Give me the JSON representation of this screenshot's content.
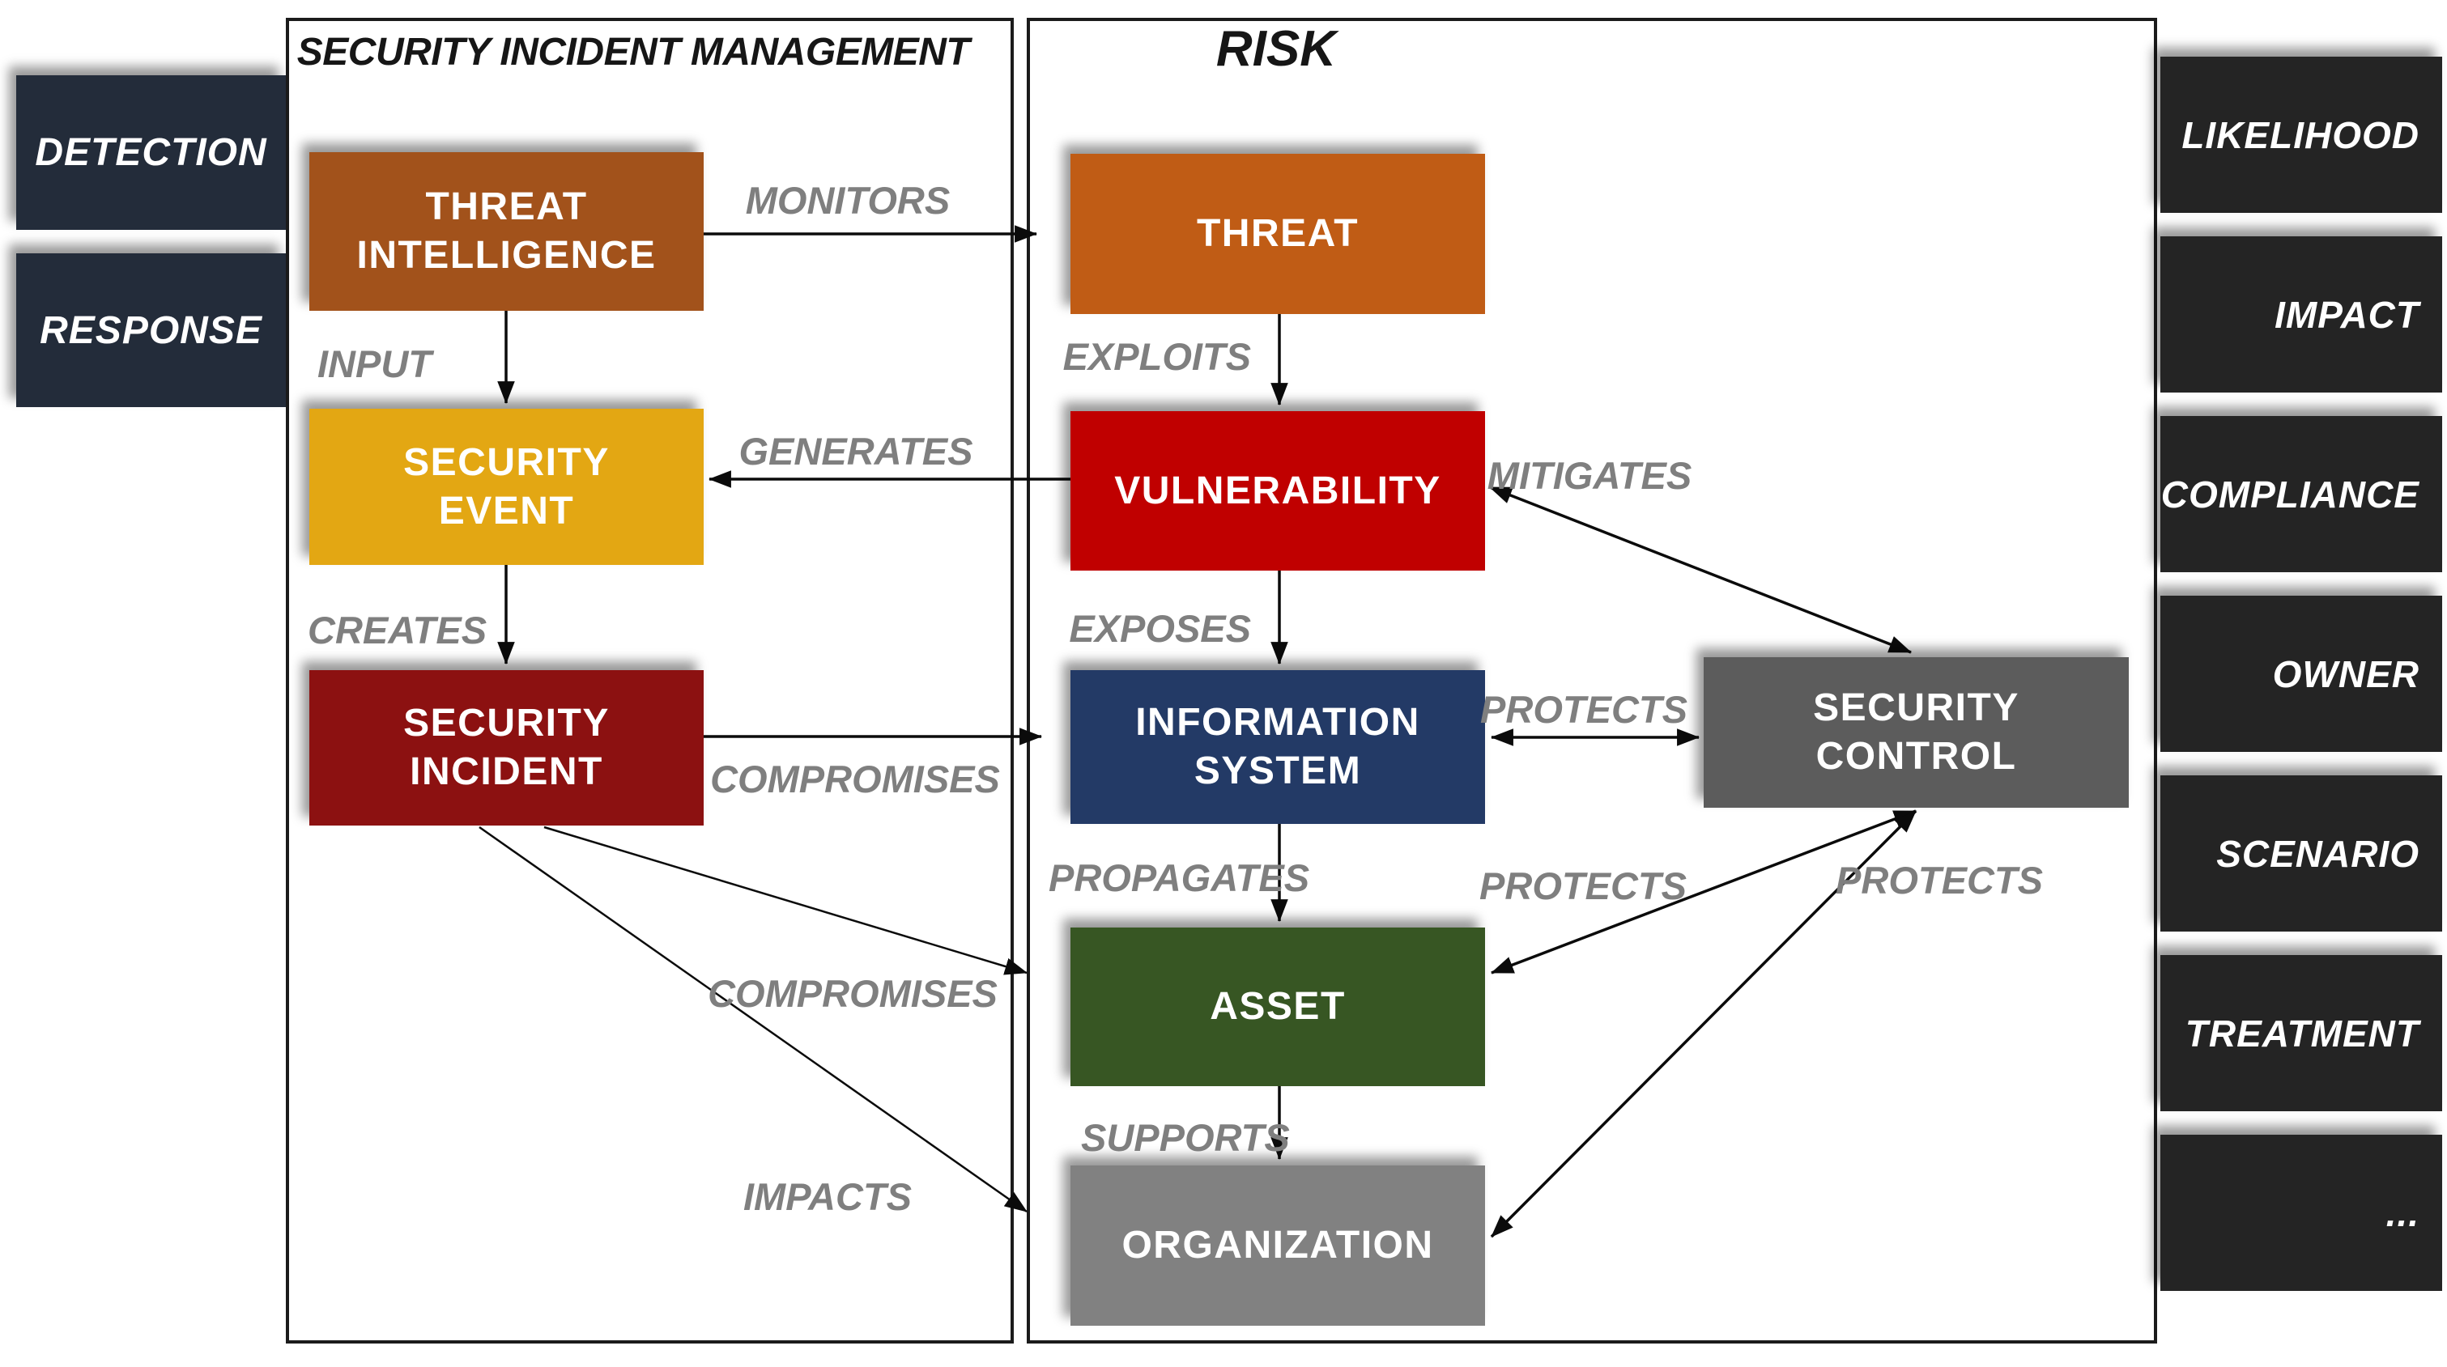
{
  "canvas": {
    "background": "#ffffff",
    "frame_border_color": "#1b1b1b"
  },
  "left_panel": {
    "items": [
      {
        "id": "detection",
        "label": "DETECTION",
        "color": "#232C3A"
      },
      {
        "id": "response",
        "label": "RESPONSE",
        "color": "#232C3A"
      }
    ]
  },
  "sim": {
    "title": "SECURITY INCIDENT MANAGEMENT",
    "nodes": [
      {
        "id": "threat-intelligence",
        "label": "THREAT\nINTELLIGENCE",
        "color": "#A2521B"
      },
      {
        "id": "security-event",
        "label": "SECURITY\nEVENT",
        "color": "#E3A713"
      },
      {
        "id": "security-incident",
        "label": "SECURITY\nINCIDENT",
        "color": "#8C1111"
      }
    ]
  },
  "risk": {
    "title": "RISK",
    "nodes": [
      {
        "id": "threat",
        "label": "THREAT",
        "color": "#C05C15"
      },
      {
        "id": "vulnerability",
        "label": "VULNERABILITY",
        "color": "#C00000"
      },
      {
        "id": "information-system",
        "label": "INFORMATION\nSYSTEM",
        "color": "#233A66"
      },
      {
        "id": "asset",
        "label": "ASSET",
        "color": "#375623"
      },
      {
        "id": "organization",
        "label": "ORGANIZATION",
        "color": "#818181"
      },
      {
        "id": "security-control",
        "label": "SECURITY\nCONTROL",
        "color": "#5C5C5C"
      }
    ]
  },
  "right_panel": {
    "color": "#242424",
    "items": [
      {
        "id": "likelihood",
        "label": "LIKELIHOOD"
      },
      {
        "id": "impact",
        "label": "IMPACT"
      },
      {
        "id": "compliance",
        "label": "COMPLIANCE"
      },
      {
        "id": "owner",
        "label": "OWNER"
      },
      {
        "id": "scenario",
        "label": "SCENARIO"
      },
      {
        "id": "treatment",
        "label": "TREATMENT"
      },
      {
        "id": "more",
        "label": "..."
      }
    ]
  },
  "relations": {
    "label_color": "#7f7f7f",
    "monitors": "MONITORS",
    "input": "INPUT",
    "generates": "GENERATES",
    "creates": "CREATES",
    "compromises_information_system": "COMPROMISES",
    "compromises_asset": "COMPROMISES",
    "impacts": "IMPACTS",
    "exploits": "EXPLOITS",
    "exposes": "EXPOSES",
    "propagates": "PROPAGATES",
    "supports": "SUPPORTS",
    "mitigates": "MITIGATES",
    "protects_information_system": "PROTECTS",
    "protects_asset": "PROTECTS",
    "protects_organization": "PROTECTS"
  }
}
